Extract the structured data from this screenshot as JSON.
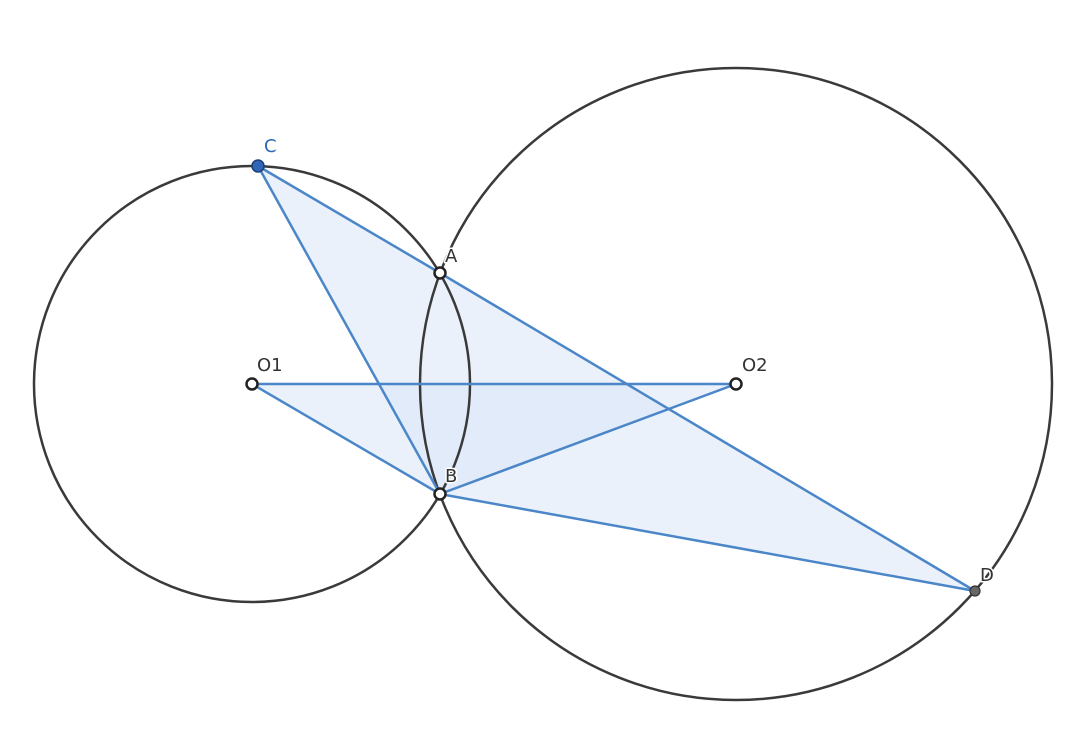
{
  "diagram": {
    "points": [
      {
        "id": "C",
        "label": "C",
        "style": "blue"
      },
      {
        "id": "A",
        "label": "A",
        "style": "hollow"
      },
      {
        "id": "O1",
        "label": "O1",
        "style": "hollow"
      },
      {
        "id": "O2",
        "label": "O2",
        "style": "hollow"
      },
      {
        "id": "B",
        "label": "B",
        "style": "hollow"
      },
      {
        "id": "D",
        "label": "D",
        "style": "grey"
      }
    ],
    "circles": [
      {
        "center": "O1",
        "through": "B"
      },
      {
        "center": "O2",
        "through": "B"
      }
    ],
    "segments": [
      [
        "C",
        "A"
      ],
      [
        "A",
        "D"
      ],
      [
        "C",
        "B"
      ],
      [
        "B",
        "D"
      ],
      [
        "O1",
        "O2"
      ],
      [
        "O1",
        "B"
      ],
      [
        "O2",
        "B"
      ]
    ],
    "triangles": [
      [
        "C",
        "B",
        "D"
      ],
      [
        "O1",
        "O2",
        "B"
      ]
    ],
    "colors": {
      "segment": "#4a86c8",
      "circle": "#3a3a3a",
      "fill": "#dbe6f8",
      "point_C": "#2f66b8",
      "point_D": "#666666"
    }
  }
}
